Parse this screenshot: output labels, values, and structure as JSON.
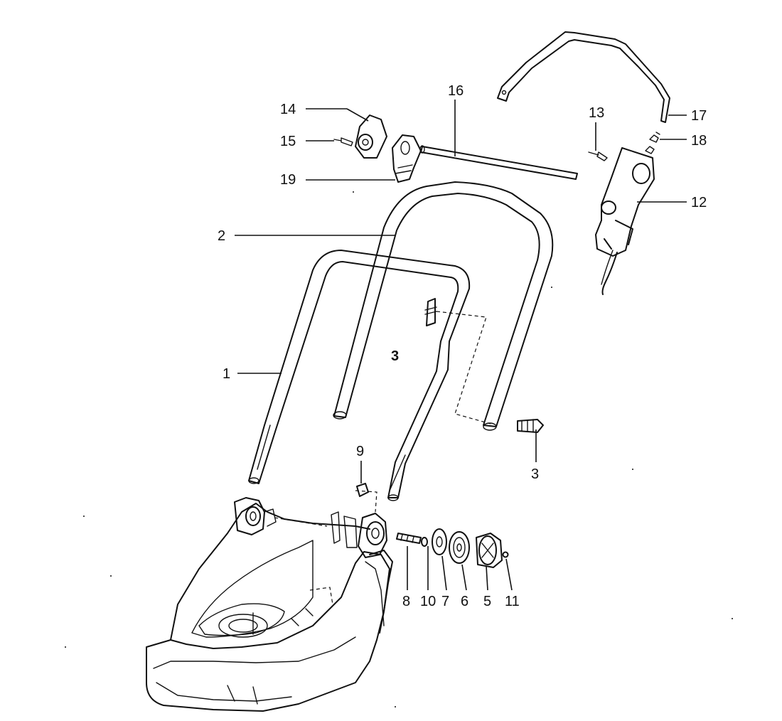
{
  "callouts": {
    "p1": "1",
    "p2": "2",
    "p3_center": "3",
    "p3_screw": "3",
    "p5": "5",
    "p6": "6",
    "p7": "7",
    "p8": "8",
    "p9": "9",
    "p10": "10",
    "p11": "11",
    "p12": "12",
    "p13": "13",
    "p14": "14",
    "p15": "15",
    "p16": "16",
    "p17": "17",
    "p18": "18",
    "p19": "19"
  }
}
